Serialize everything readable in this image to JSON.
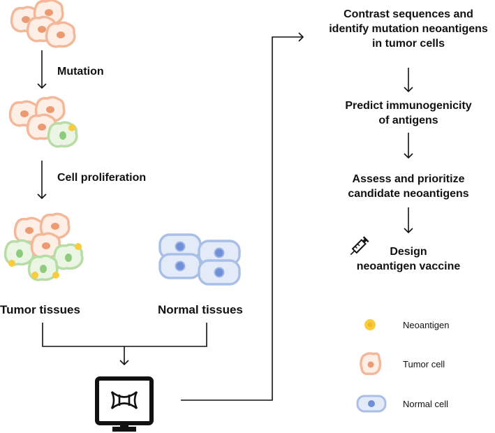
{
  "left_flow": {
    "arrow1_label": "Mutation",
    "arrow2_label": "Cell proliferation",
    "tumor_tissues_label": "Tumor tissues",
    "normal_tissues_label": "Normal tissues",
    "computer_icon": "monitor-dna-icon"
  },
  "right_flow": {
    "steps": [
      {
        "line1": "Contrast sequences and",
        "line2": "identify mutation neoantigens",
        "line3": "in tumor cells"
      },
      {
        "line1": "Predict immunogenicity",
        "line2": "of antigens"
      },
      {
        "line1": "Assess and prioritize",
        "line2": "candidate neoantigens"
      },
      {
        "line1": "Design",
        "line2": "neoantigen vaccine",
        "icon": "syringe-icon"
      }
    ]
  },
  "legend": {
    "items": [
      {
        "label": "Neoantigen",
        "icon": "neoantigen-dot-icon"
      },
      {
        "label": "Tumor cell",
        "icon": "tumor-cell-icon"
      },
      {
        "label": "Normal cell",
        "icon": "normal-cell-icon"
      }
    ]
  },
  "colors": {
    "tumor_fill": "#fdeee6",
    "tumor_border": "#f3b89a",
    "tumor_nucleus": "#ec9a72",
    "mutant_fill": "#eaf5e4",
    "mutant_border": "#b7dca5",
    "mutant_nucleus": "#8fcb7e",
    "neoantigen": "#f8cc3c",
    "normal_fill": "#e3eaf8",
    "normal_border": "#aabfe6",
    "normal_nucleus": "#6f8fd6"
  }
}
